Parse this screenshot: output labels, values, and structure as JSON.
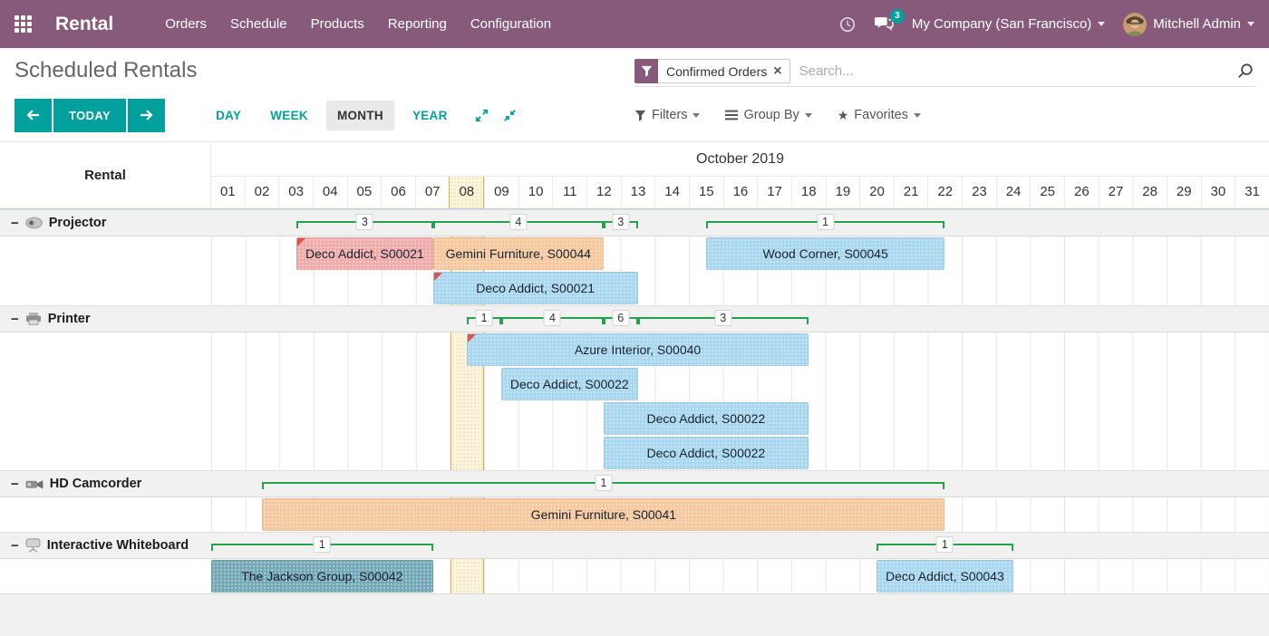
{
  "navbar": {
    "app_name": "Rental",
    "menu_items": [
      "Orders",
      "Schedule",
      "Products",
      "Reporting",
      "Configuration"
    ],
    "messages_badge": "3",
    "company": "My Company (San Francisco)",
    "user": "Mitchell Admin"
  },
  "control_panel": {
    "title": "Scheduled Rentals",
    "filter_chip": "Confirmed Orders",
    "search_placeholder": "Search..."
  },
  "toolbar": {
    "today_label": "TODAY",
    "scales": [
      "DAY",
      "WEEK",
      "MONTH",
      "YEAR"
    ],
    "active_scale": "MONTH",
    "filters_label": "Filters",
    "group_by_label": "Group By",
    "favorites_label": "Favorites"
  },
  "accents": {
    "navbar_purple": "#875A7B",
    "primary_teal": "#00A09D",
    "bracket_green": "#25a24a",
    "flag_red": "#e0534b",
    "today_highlight": "#fcf5de"
  },
  "palette": {
    "blue": "#a9d7ef",
    "orange": "#f5c89e",
    "red": "#f0abab",
    "teal": "#76a9b7"
  },
  "chart_data": {
    "type": "gantt",
    "row_header": "Rental",
    "month_label": "October 2019",
    "days": [
      "01",
      "02",
      "03",
      "04",
      "05",
      "06",
      "07",
      "08",
      "09",
      "10",
      "11",
      "12",
      "13",
      "14",
      "15",
      "16",
      "17",
      "18",
      "19",
      "20",
      "21",
      "22",
      "23",
      "24",
      "25",
      "26",
      "27",
      "28",
      "29",
      "30",
      "31"
    ],
    "today_index": 7,
    "groups": [
      {
        "name": "Projector",
        "icon": "projector-icon",
        "consolidation": [
          {
            "value": "3",
            "start": 2.5,
            "end": 6.5
          },
          {
            "value": "4",
            "start": 6.5,
            "end": 11.5
          },
          {
            "value": "3",
            "start": 11.5,
            "end": 12.5
          },
          {
            "value": "1",
            "start": 14.5,
            "end": 21.5
          }
        ],
        "rows": [
          [
            {
              "label": "Deco Addict, S00021",
              "color": "red",
              "start": 2.5,
              "end": 6.5,
              "flag": true
            },
            {
              "label": "Gemini Furniture, S00044",
              "color": "orange",
              "start": 6.5,
              "end": 11.5,
              "flag": false
            },
            {
              "label": "Wood Corner, S00045",
              "color": "blue",
              "start": 14.5,
              "end": 21.5,
              "flag": false
            }
          ],
          [
            {
              "label": "Deco Addict, S00021",
              "color": "blue",
              "start": 6.5,
              "end": 12.5,
              "flag": true
            }
          ]
        ]
      },
      {
        "name": "Printer",
        "icon": "printer-icon",
        "consolidation": [
          {
            "value": "1",
            "start": 7.5,
            "end": 8.5
          },
          {
            "value": "4",
            "start": 8.5,
            "end": 11.5
          },
          {
            "value": "6",
            "start": 11.5,
            "end": 12.5
          },
          {
            "value": "3",
            "start": 12.5,
            "end": 17.5
          }
        ],
        "rows": [
          [
            {
              "label": "Azure Interior, S00040",
              "color": "blue",
              "start": 7.5,
              "end": 17.5,
              "flag": true
            }
          ],
          [
            {
              "label": "Deco Addict, S00022",
              "color": "blue",
              "start": 8.5,
              "end": 12.5,
              "flag": false
            }
          ],
          [
            {
              "label": "Deco Addict, S00022",
              "color": "blue",
              "start": 11.5,
              "end": 17.5,
              "flag": false
            }
          ],
          [
            {
              "label": "Deco Addict, S00022",
              "color": "blue",
              "start": 11.5,
              "end": 17.5,
              "flag": false
            }
          ]
        ]
      },
      {
        "name": "HD Camcorder",
        "icon": "camcorder-icon",
        "consolidation": [
          {
            "value": "1",
            "start": 1.5,
            "end": 21.5
          }
        ],
        "rows": [
          [
            {
              "label": "Gemini Furniture, S00041",
              "color": "orange",
              "start": 1.5,
              "end": 21.5,
              "flag": false
            }
          ]
        ]
      },
      {
        "name": "Interactive Whiteboard",
        "icon": "whiteboard-icon",
        "consolidation": [
          {
            "value": "1",
            "start": 0,
            "end": 6.5
          },
          {
            "value": "1",
            "start": 19.5,
            "end": 23.5
          }
        ],
        "rows": [
          [
            {
              "label": "The Jackson Group, S00042",
              "color": "teal",
              "start": 0,
              "end": 6.5,
              "flag": false
            },
            {
              "label": "Deco Addict, S00043",
              "color": "blue",
              "start": 19.5,
              "end": 23.5,
              "flag": false
            }
          ]
        ]
      }
    ]
  }
}
